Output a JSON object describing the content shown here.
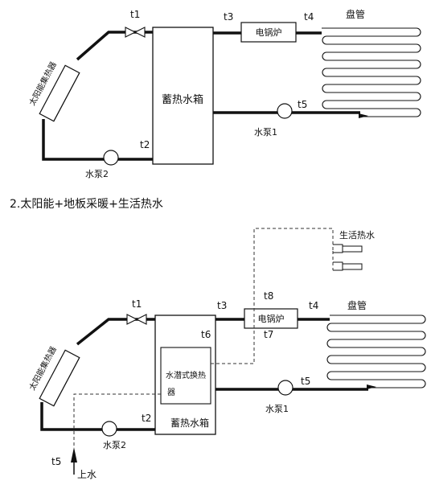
{
  "diagram1": {
    "collector": "太阳能集热器",
    "tank": "蓄热水箱",
    "boiler": "电锅炉",
    "coil": "盘管",
    "pump1": "水泵1",
    "pump2": "水泵2",
    "t1": "t1",
    "t2": "t2",
    "t3": "t3",
    "t4": "t4",
    "t5": "t5"
  },
  "caption": "2.太阳能+地板采暖+生活热水",
  "diagram2": {
    "collector": "太阳能集热器",
    "tank": "蓄热水箱",
    "boiler": "电锅炉",
    "coil": "盘管",
    "exchanger_line1": "水潜式换热",
    "exchanger_line2": "器",
    "pump1": "水泵1",
    "pump2": "水泵2",
    "domestic_hot_water": "生活热水",
    "inlet": "上水",
    "t1": "t1",
    "t2": "t2",
    "t3": "t3",
    "t4": "t4",
    "t5": "t5",
    "t5_inlet": "t5",
    "t6": "t6",
    "t7": "t7",
    "t8": "t8"
  }
}
